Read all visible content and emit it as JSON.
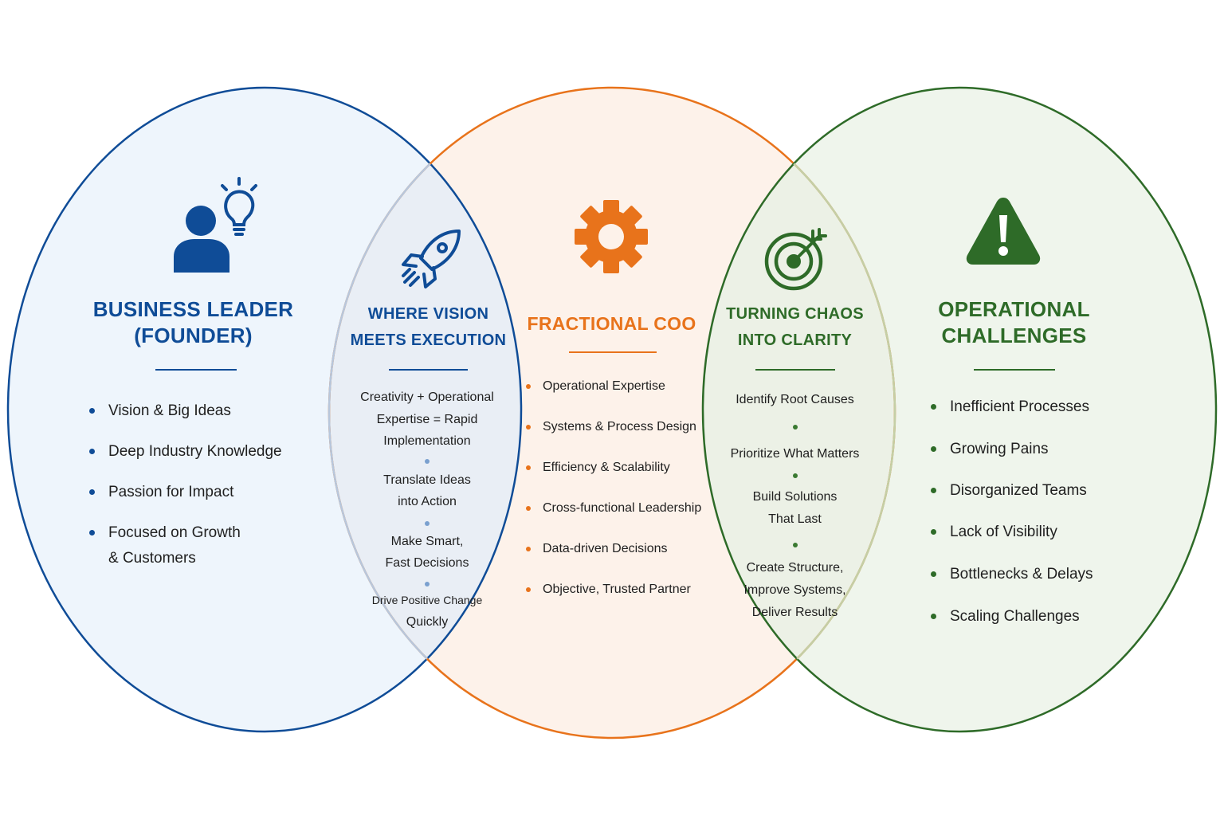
{
  "colors": {
    "blue": "#0f4c97",
    "orange": "#e8731b",
    "green": "#2e6b28",
    "blue_fill": "#eef5fc",
    "orange_fill": "#fdf2ea",
    "green_fill": "#eff5ec",
    "overlap_left_fill": "#e9eef5",
    "overlap_right_fill": "#ecf1e6",
    "blue_dot_light": "#7aa0cf",
    "green_dot": "#3a7a31"
  },
  "founder": {
    "icon": "person-lightbulb-icon",
    "title_lines": [
      "BUSINESS LEADER",
      "(FOUNDER)"
    ],
    "items": [
      {
        "lines": [
          "Vision & Big Ideas"
        ]
      },
      {
        "lines": [
          "Deep Industry Knowledge"
        ]
      },
      {
        "lines": [
          "Passion for Impact"
        ]
      },
      {
        "lines": [
          "Focused on Growth",
          "& Customers"
        ]
      }
    ]
  },
  "vision": {
    "icon": "rocket-icon",
    "title_lines": [
      "WHERE VISION",
      "MEETS EXECUTION"
    ],
    "steps": [
      {
        "lines": [
          "Creativity + Operational",
          "Expertise = Rapid",
          "Implementation"
        ]
      },
      {
        "lines": [
          "Translate Ideas",
          "into Action"
        ]
      },
      {
        "lines": [
          "Make Smart,",
          "Fast Decisions"
        ]
      },
      {
        "lines": [
          "Drive Positive Change",
          "Quickly"
        ]
      }
    ]
  },
  "coo": {
    "icon": "gear-icon",
    "title_lines": [
      "FRACTIONAL COO"
    ],
    "items": [
      {
        "lines": [
          "Operational Expertise"
        ]
      },
      {
        "lines": [
          "Systems & Process Design"
        ]
      },
      {
        "lines": [
          "Efficiency & Scalability"
        ]
      },
      {
        "lines": [
          "Cross-functional Leadership"
        ]
      },
      {
        "lines": [
          "Data-driven Decisions"
        ]
      },
      {
        "lines": [
          "Objective, Trusted Partner"
        ]
      }
    ]
  },
  "clarity": {
    "icon": "target-arrow-icon",
    "title_lines": [
      "TURNING CHAOS",
      "INTO CLARITY"
    ],
    "steps": [
      {
        "lines": [
          "Identify Root Causes"
        ]
      },
      {
        "lines": [
          "Prioritize What Matters"
        ]
      },
      {
        "lines": [
          "Build Solutions",
          "That Last"
        ]
      },
      {
        "lines": [
          "Create Structure,",
          "Improve Systems,",
          "Deliver Results"
        ]
      }
    ]
  },
  "challenges": {
    "icon": "warning-icon",
    "title_lines": [
      "OPERATIONAL",
      "CHALLENGES"
    ],
    "items": [
      {
        "lines": [
          "Inefficient Processes"
        ]
      },
      {
        "lines": [
          "Growing Pains"
        ]
      },
      {
        "lines": [
          "Disorganized Teams"
        ]
      },
      {
        "lines": [
          "Lack of Visibility"
        ]
      },
      {
        "lines": [
          "Bottlenecks & Delays"
        ]
      },
      {
        "lines": [
          "Scaling Challenges"
        ]
      }
    ]
  }
}
